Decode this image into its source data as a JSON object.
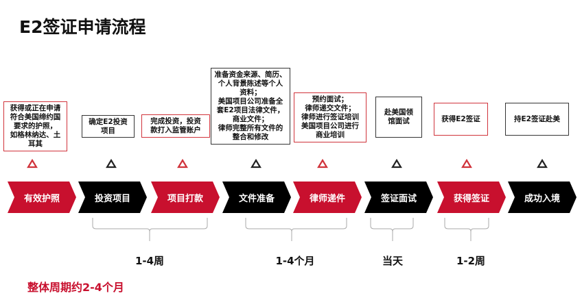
{
  "title": "E2签证申请流程",
  "colors": {
    "red": "#c8102e",
    "black": "#000000",
    "box_red": "#d0323a"
  },
  "steps": [
    {
      "label": "有效护照",
      "color": "red",
      "desc": "获得或正在申请\n符合美国缔约国\n要求的护照，\n如格林纳达、土\n耳其"
    },
    {
      "label": "投资项目",
      "color": "black",
      "desc": "确定E2投资\n项目"
    },
    {
      "label": "项目打款",
      "color": "red",
      "desc": "完成投资，投资\n款打入监管账户"
    },
    {
      "label": "文件准备",
      "color": "black",
      "desc": "准备资金来源、简历、\n个人背景陈述等个人\n资料；\n美国项目公司准备全\n套E2项目法律文件，\n商业文件；\n律师完整所有文件的\n整合和修改"
    },
    {
      "label": "律师递件",
      "color": "red",
      "desc": "预约面试；\n律师递交文件；\n律师进行签证培训\n美国项目公司进行\n商业培训"
    },
    {
      "label": "签证面试",
      "color": "black",
      "desc": "赴美国领\n馆面试"
    },
    {
      "label": "获得签证",
      "color": "red",
      "desc": "获得E2签证"
    },
    {
      "label": "成功入境",
      "color": "black",
      "desc": "持E2签证赴美"
    }
  ],
  "durations": [
    "1-4周",
    "1-4个月",
    "当天",
    "1-2周"
  ],
  "footer": "整体周期约2-4个月"
}
